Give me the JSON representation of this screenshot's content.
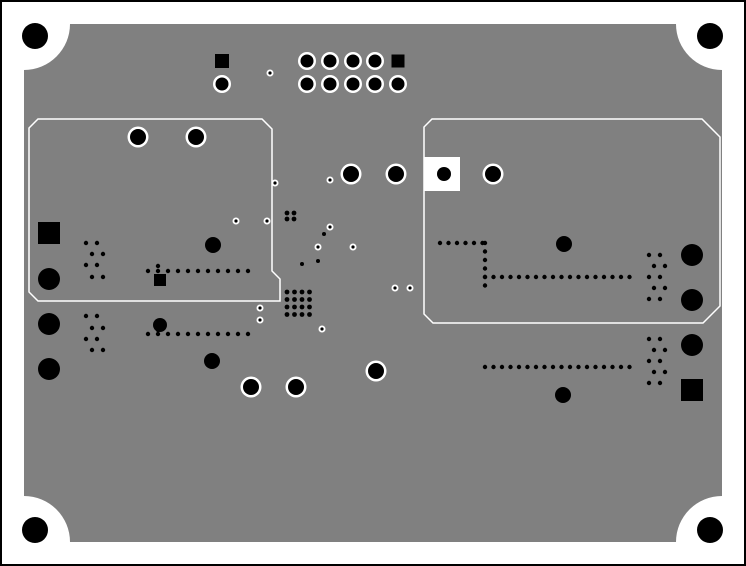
{
  "colors": {
    "background": "#ffffff",
    "board_outline": "#000000",
    "copper_plane": "#808080",
    "drill": "#000000",
    "clearance": "#ffffff"
  },
  "layer": {
    "type": "pcb-bottom-copper-plane",
    "mounting_holes": 4,
    "keepout_regions": 2
  }
}
